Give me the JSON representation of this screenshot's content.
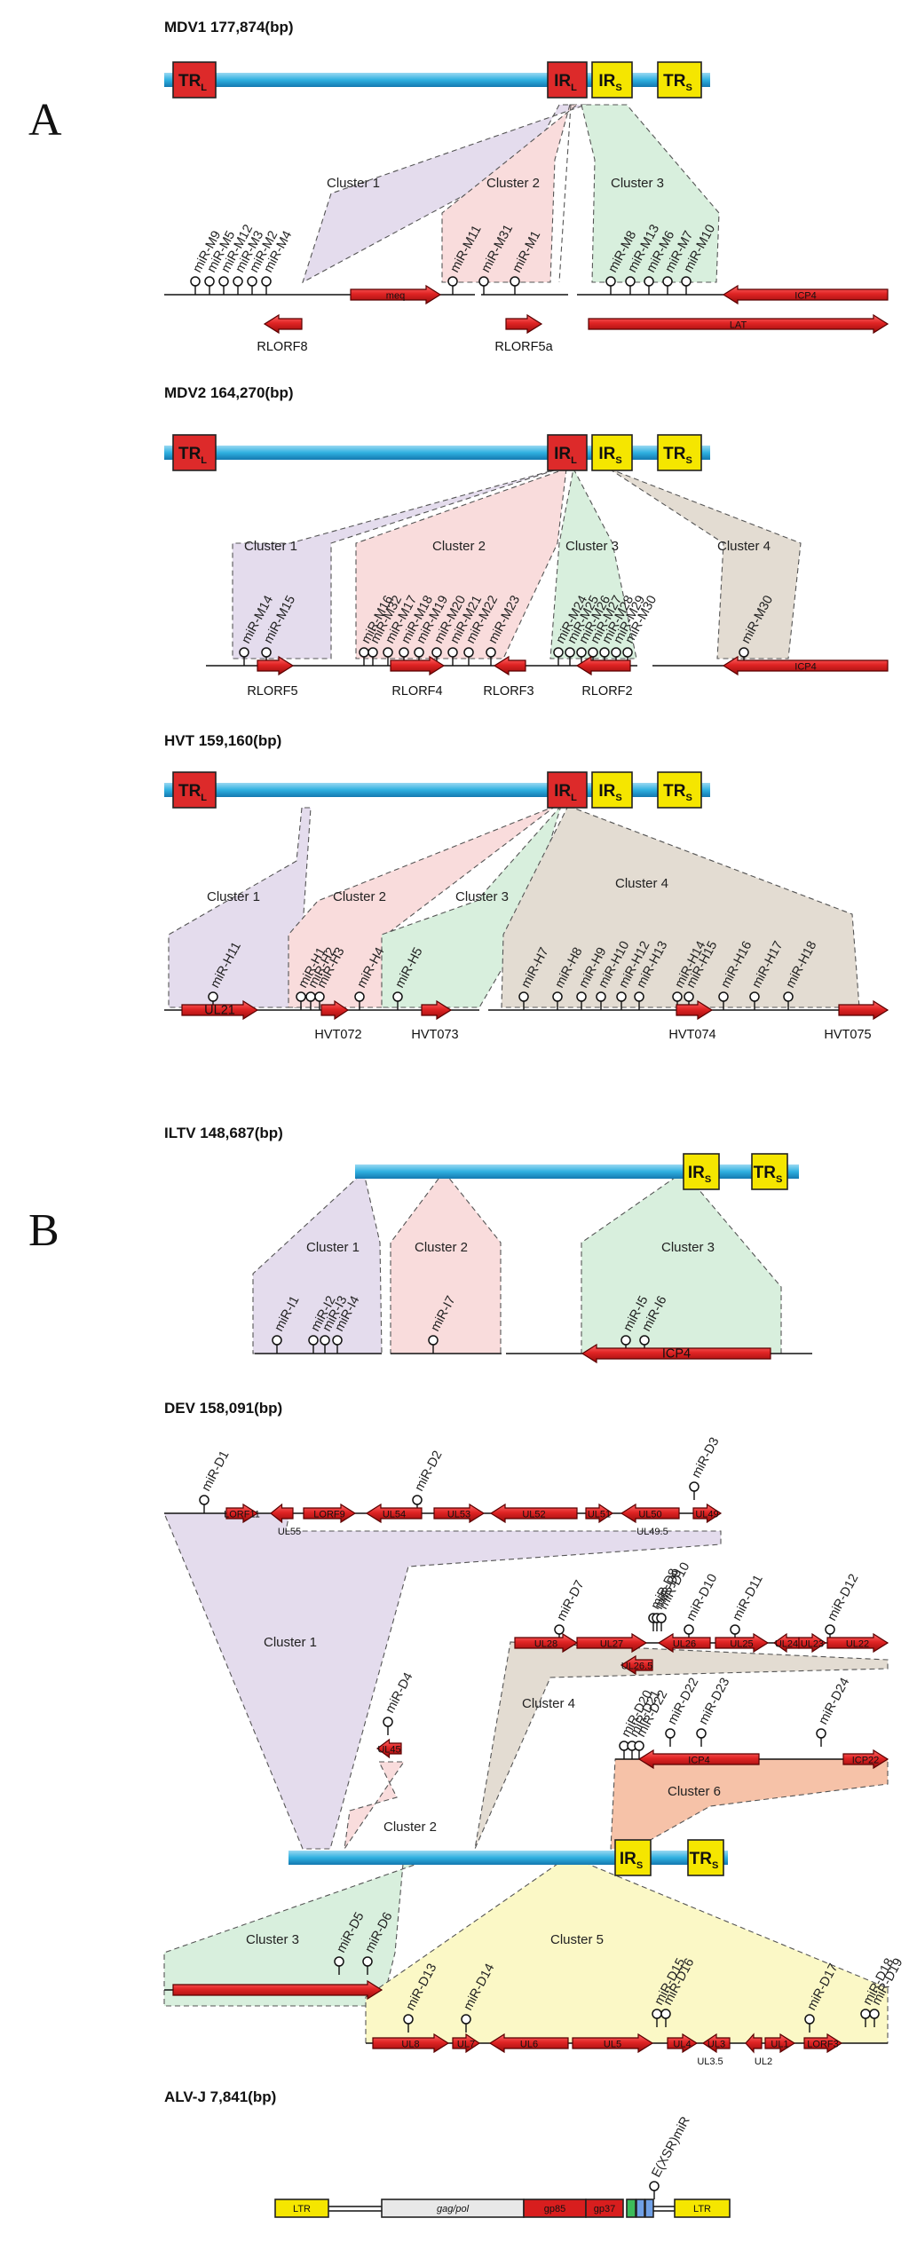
{
  "colors": {
    "genome_bar": "#2fb0e0",
    "terminal_red": "#dd2a2a",
    "short_yellow": "#f5e600",
    "gene": "#d81e1e",
    "cluster1": "#e4dced",
    "cluster2": "#f9dcdc",
    "cluster3": "#d8efdd",
    "cluster4": "#e3dcd2",
    "cluster5": "#fbf8c6",
    "cluster6": "#f6c2a8"
  },
  "panels": {
    "A": "A",
    "B": "B"
  },
  "genomes": {
    "mdv1": {
      "title": "MDV1 177,874(bp)",
      "repeats": {
        "trl": "TR",
        "trl_sub": "L",
        "irl": "IR",
        "irl_sub": "L",
        "irs": "IR",
        "irs_sub": "S",
        "trs": "TR",
        "trs_sub": "S"
      },
      "clusters": [
        "Cluster 1",
        "Cluster 2",
        "Cluster 3"
      ],
      "mirnas": [
        "miR-M9",
        "miR-M5",
        "miR-M12",
        "miR-M3",
        "miR-M2",
        "miR-M4",
        "miR-M11",
        "miR-M31",
        "miR-M1",
        "miR-M8",
        "miR-M13",
        "miR-M6",
        "miR-M7",
        "miR-M10"
      ],
      "genes": [
        "meq",
        "RLORF8",
        "RLORF5a",
        "ICP4",
        "LAT"
      ]
    },
    "mdv2": {
      "title": "MDV2 164,270(bp)",
      "repeats": {
        "trl": "TR",
        "trl_sub": "L",
        "irl": "IR",
        "irl_sub": "L",
        "irs": "IR",
        "irs_sub": "S",
        "trs": "TR",
        "trs_sub": "S"
      },
      "clusters": [
        "Cluster 1",
        "Cluster 2",
        "Cluster 3",
        "Cluster 4"
      ],
      "mirnas": [
        "miR-M14",
        "miR-M15",
        "miR-M16",
        "miR-M32",
        "miR-M17",
        "miR-M18",
        "miR-M19",
        "miR-M20",
        "miR-M21",
        "miR-M22",
        "miR-M23",
        "miR-M24",
        "miR-M25",
        "miR-M26",
        "miR-M27",
        "miR-M28",
        "miR-M29",
        "miR-M30"
      ],
      "genes": [
        "RLORF5",
        "RLORF4",
        "RLORF3",
        "RLORF2",
        "ICP4"
      ]
    },
    "hvt": {
      "title": "HVT 159,160(bp)",
      "repeats": {
        "trl": "TR",
        "trl_sub": "L",
        "irl": "IR",
        "irl_sub": "L",
        "irs": "IR",
        "irs_sub": "S",
        "trs": "TR",
        "trs_sub": "S"
      },
      "clusters": [
        "Cluster 1",
        "Cluster 2",
        "Cluster 3",
        "Cluster 4"
      ],
      "mirnas": [
        "miR-H11",
        "miR-H1",
        "miR-H2",
        "miR-H3",
        "miR-H4",
        "miR-H5",
        "miR-H7",
        "miR-H8",
        "miR-H9",
        "miR-H10",
        "miR-H12",
        "miR-H13",
        "miR-H14",
        "miR-H15",
        "miR-H16",
        "miR-H17",
        "miR-H18"
      ],
      "genes": [
        "UL21",
        "HVT072",
        "HVT073",
        "HVT074",
        "HVT075"
      ]
    },
    "iltv": {
      "title": "ILTV 148,687(bp)",
      "repeats": {
        "irs": "IR",
        "irs_sub": "S",
        "trs": "TR",
        "trs_sub": "S"
      },
      "clusters": [
        "Cluster 1",
        "Cluster 2",
        "Cluster 3"
      ],
      "mirnas": [
        "miR-I1",
        "miR-I2",
        "miR-I3",
        "miR-I4",
        "miR-I7",
        "miR-I5",
        "miR-I6"
      ],
      "genes": [
        "ICP4"
      ]
    },
    "dev": {
      "title": "DEV 158,091(bp)",
      "repeats": {
        "irs": "IR",
        "irs_sub": "S",
        "trs": "TR",
        "trs_sub": "S"
      },
      "clusters": [
        "Cluster 1",
        "Cluster 2",
        "Cluster 3",
        "Cluster 4",
        "Cluster 5",
        "Cluster 6"
      ],
      "mirnas": [
        "miR-D1",
        "miR-D2",
        "miR-D3",
        "miR-D4",
        "miR-D5",
        "miR-D6",
        "miR-D7",
        "miR-D8",
        "miR-D9",
        "miR-D10",
        "miR-D11",
        "miR-D12",
        "miR-D13",
        "miR-D14",
        "miR-D15",
        "miR-D16",
        "miR-D17",
        "miR-D18",
        "miR-D19",
        "miR-D20",
        "miR-D21",
        "miR-D22",
        "miR-D23",
        "miR-D24"
      ],
      "genes": [
        "LORF11",
        "UL55",
        "LORF9",
        "UL54",
        "UL53",
        "UL52",
        "UL51",
        "UL50",
        "UL49.5",
        "UL49",
        "UL45",
        "UL28",
        "UL27",
        "UL26.5",
        "UL26",
        "UL25",
        "UL24",
        "UL23",
        "UL22",
        "ICP4",
        "ICP22",
        "UL8",
        "UL7",
        "UL6",
        "UL5",
        "UL4",
        "UL3",
        "UL3.5",
        "UL2",
        "UL1",
        "LORF3"
      ]
    },
    "alvj": {
      "title": "ALV-J 7,841(bp)",
      "mirnas": [
        "E(XSR)miR"
      ],
      "genes": [
        "LTR",
        "gag/pol",
        "gp85",
        "gp37",
        "LTR"
      ]
    }
  }
}
